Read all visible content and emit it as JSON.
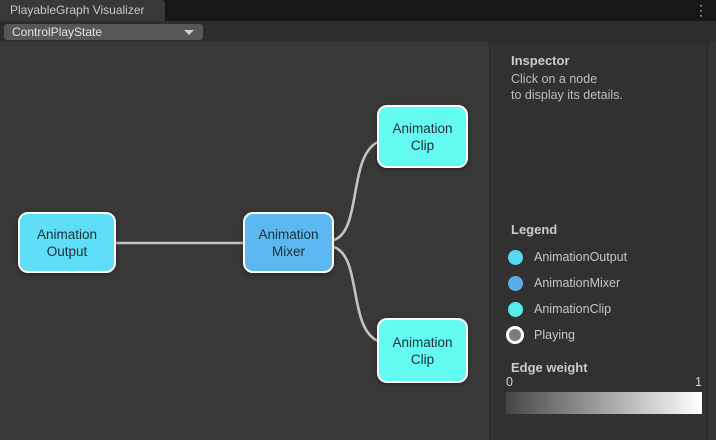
{
  "window": {
    "tab_title": "PlayableGraph Visualizer",
    "menu_icon": "kebab-vertical",
    "menu_glyph": "⋮"
  },
  "toolbar": {
    "graph_selector": {
      "value": "ControlPlayState",
      "chevron_icon": "chevron-down"
    }
  },
  "graph": {
    "nodes": [
      {
        "label": "Animation Output",
        "type": "AnimationOutput",
        "color": "#5fdef8"
      },
      {
        "label": "Animation Mixer",
        "type": "AnimationMixer",
        "color": "#5cb8f0"
      },
      {
        "label": "Animation Clip",
        "type": "AnimationClip",
        "color": "#63fbf2"
      },
      {
        "label": "Animation Clip",
        "type": "AnimationClip",
        "color": "#63fbf2"
      }
    ],
    "edges": [
      {
        "from": "Animation Output",
        "to": "Animation Mixer"
      },
      {
        "from": "Animation Mixer",
        "to": "Animation Clip (top)"
      },
      {
        "from": "Animation Mixer",
        "to": "Animation Clip (bottom)"
      }
    ],
    "edge_color": "#c3c3c3"
  },
  "inspector": {
    "title": "Inspector",
    "hint_line1": "Click on a node",
    "hint_line2": "to display its details.",
    "legend": {
      "title": "Legend",
      "items": [
        {
          "label": "AnimationOutput",
          "color": "#57d9f4"
        },
        {
          "label": "AnimationMixer",
          "color": "#59aeea"
        },
        {
          "label": "AnimationClip",
          "color": "#55eded"
        },
        {
          "label": "Playing",
          "color": "#7a7a7a",
          "ring_color": "#ffffff"
        }
      ]
    },
    "edge_weight": {
      "title": "Edge weight",
      "min_label": "0",
      "max_label": "1",
      "gradient_from": "#464646",
      "gradient_to": "#ffffff"
    }
  }
}
